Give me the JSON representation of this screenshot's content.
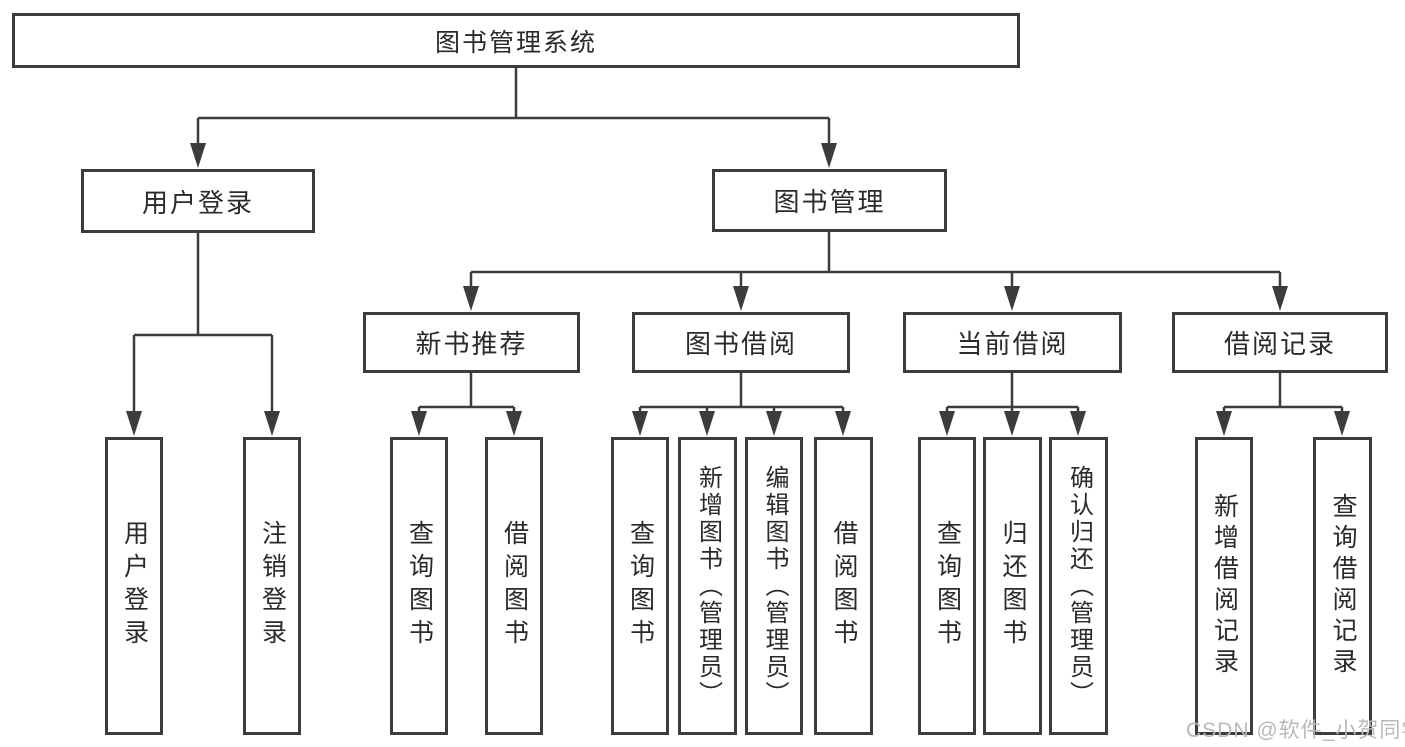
{
  "diagram": {
    "watermark": "CSDN @软件_小贺同学",
    "colors": {
      "line": "#3c3c3c",
      "box_border": "#3c3c3c",
      "text": "#2a2a2a",
      "watermark": "#b9b9b9",
      "background": "#ffffff"
    },
    "nodes": {
      "root": "图书管理系统",
      "l2_user": "用户登录",
      "l2_book": "图书管理",
      "l3_new_books": "新书推荐",
      "l3_book_borrow": "图书借阅",
      "l3_current_borrow": "当前借阅",
      "l3_borrow_records": "借阅记录",
      "leaf_user_login": "用户登录",
      "leaf_user_logout": "注销登录",
      "leaf_nb_query": "查询图书",
      "leaf_nb_borrow": "借阅图书",
      "leaf_bb_query": "查询图书",
      "leaf_bb_add": "新增图书（管理员）",
      "leaf_bb_edit": "编辑图书（管理员）",
      "leaf_bb_borrow": "借阅图书",
      "leaf_cb_query": "查询图书",
      "leaf_cb_return": "归还图书",
      "leaf_cb_confirm": "确认归还（管理员）",
      "leaf_br_add": "新增借阅记录",
      "leaf_br_query": "查询借阅记录"
    }
  }
}
